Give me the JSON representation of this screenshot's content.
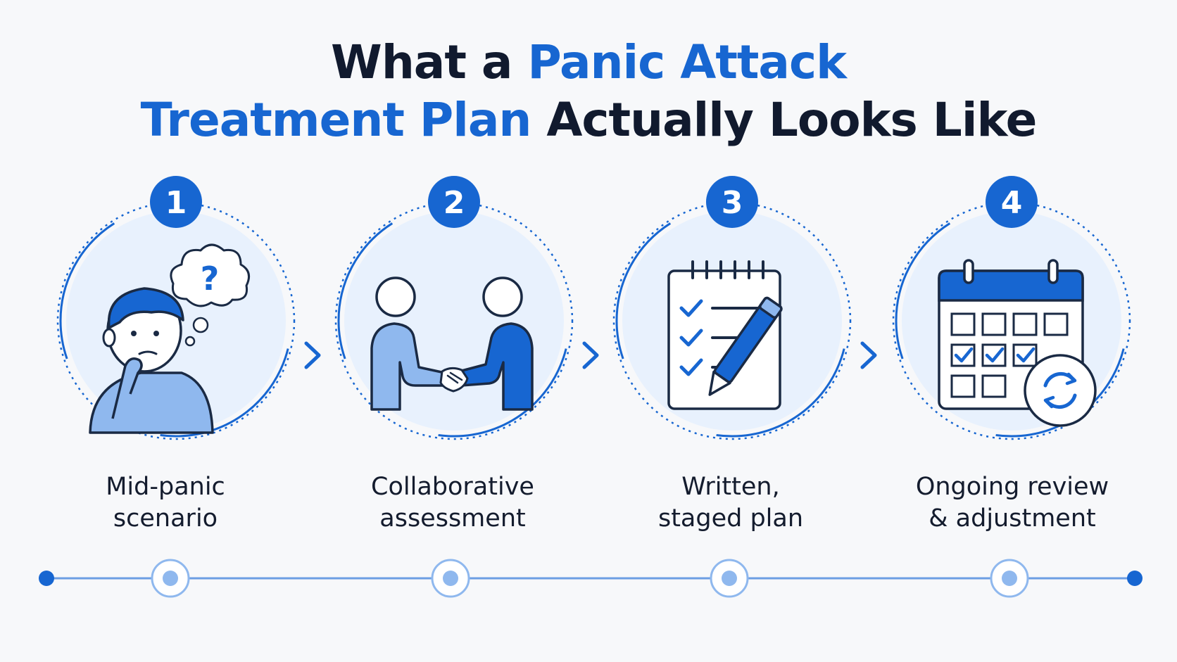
{
  "title": {
    "line1_dark": "What a ",
    "line1_accent": "Panic Attack",
    "line2_accent": "Treatment Plan",
    "line2_dark": " Actually Looks Like"
  },
  "colors": {
    "accent": "#1766d1",
    "dark_text": "#111a2e",
    "light_fill": "#e8f1fd",
    "mid_blue": "#8fb8ee",
    "background": "#f7f8fa"
  },
  "steps": [
    {
      "number": "1",
      "line1": "Mid-panic",
      "line2": "scenario",
      "icon": "confused-person-icon"
    },
    {
      "number": "2",
      "line1": "Collaborative",
      "line2": "assessment",
      "icon": "handshake-icon"
    },
    {
      "number": "3",
      "line1": "Written,",
      "line2": "staged plan",
      "icon": "checklist-pen-icon"
    },
    {
      "number": "4",
      "line1": "Ongoing review",
      "line2": "& adjustment",
      "icon": "calendar-refresh-icon"
    }
  ],
  "thought_bubble_symbol": "?"
}
